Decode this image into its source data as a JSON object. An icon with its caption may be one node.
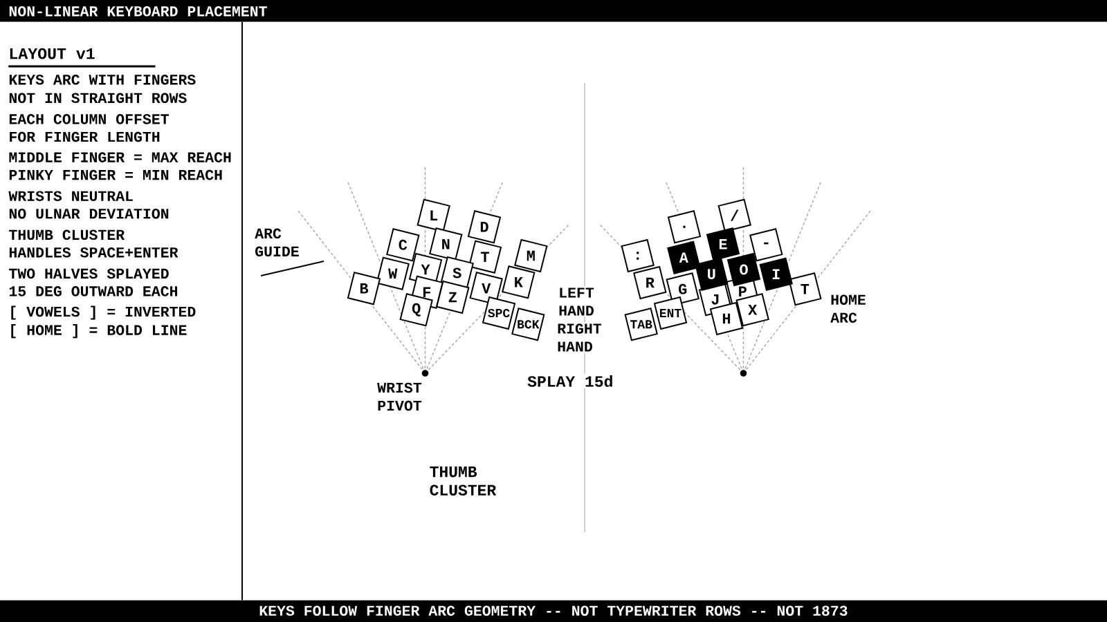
{
  "diagram": {
    "title": "NON-LINEAR KEYBOARD PLACEMENT",
    "caption": "KEYS FOLLOW FINGER ARC GEOMETRY -- NOT TYPEWRITER ROWS -- NOT 1873",
    "nodes": [
      {
        "text": [
          "L"
        ]
      },
      {
        "text": [
          "D"
        ]
      },
      {
        "text": [
          "C"
        ]
      },
      {
        "text": [
          "N"
        ]
      },
      {
        "text": [
          "T"
        ]
      },
      {
        "text": [
          "M"
        ]
      },
      {
        "text": [
          "Y"
        ]
      },
      {
        "text": [
          "S"
        ]
      },
      {
        "text": [
          "W"
        ]
      },
      {
        "text": [
          "K"
        ]
      },
      {
        "text": [
          "B"
        ]
      },
      {
        "text": [
          "V"
        ]
      },
      {
        "text": [
          "F"
        ]
      },
      {
        "text": [
          "Z"
        ]
      },
      {
        "text": [
          "Q"
        ]
      },
      {
        "text": [
          "SPC"
        ]
      },
      {
        "text": [
          "BCK"
        ]
      },
      {
        "text": [
          "/"
        ]
      },
      {
        "text": [
          "."
        ]
      },
      {
        "text": [
          "E"
        ]
      },
      {
        "text": [
          "-"
        ]
      },
      {
        "text": [
          ":"
        ]
      },
      {
        "text": [
          "A"
        ]
      },
      {
        "text": [
          "O"
        ]
      },
      {
        "text": [
          "U"
        ]
      },
      {
        "text": [
          "I"
        ]
      },
      {
        "text": [
          "R"
        ]
      },
      {
        "text": [
          "G"
        ]
      },
      {
        "text": [
          "P"
        ]
      },
      {
        "text": [
          "T"
        ]
      },
      {
        "text": [
          "J"
        ]
      },
      {
        "text": [
          "X"
        ]
      },
      {
        "text": [
          "H"
        ]
      },
      {
        "text": [
          "ENT"
        ]
      },
      {
        "text": [
          "TAB"
        ]
      }
    ],
    "labels": [
      "LAYOUT v1",
      "KEYS ARC WITH FINGERS",
      "NOT IN STRAIGHT ROWS",
      "EACH COLUMN OFFSET",
      "FOR FINGER LENGTH",
      "MIDDLE FINGER = MAX REACH",
      "PINKY FINGER = MIN REACH",
      "WRISTS NEUTRAL",
      "NO ULNAR DEVIATION",
      "THUMB CLUSTER",
      "HANDLES SPACE+ENTER",
      "TWO HALVES SPLAYED",
      "15 DEG OUTWARD EACH",
      "[ VOWELS ] = INVERTED",
      "[ HOME ] = BOLD LINE",
      "ARC GUIDE",
      "LEFT HAND",
      "HOME ARC",
      "RIGHT HAND",
      "SPLAY 15d",
      "WRIST PIVOT",
      "THUMB CLUSTER"
    ]
  }
}
